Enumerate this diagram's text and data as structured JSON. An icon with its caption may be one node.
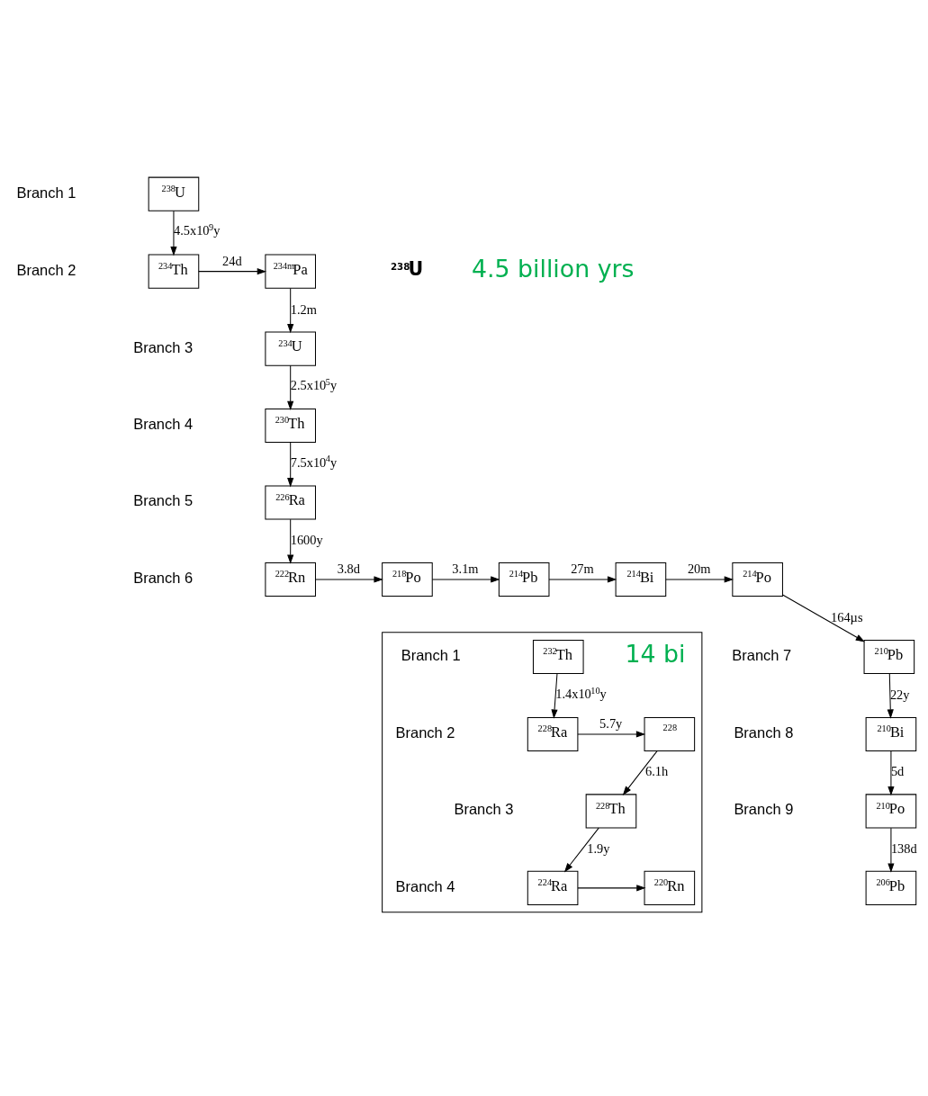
{
  "diagram": {
    "nodes": [
      {
        "text": [
          "$^{238}$U"
        ]
      },
      {
        "text": [
          "$^{234}$Th"
        ]
      },
      {
        "text": [
          "$^{234m}$Pa"
        ]
      },
      {
        "text": [
          "$^{234}$U"
        ]
      },
      {
        "text": [
          "$^{230}$Th"
        ]
      },
      {
        "text": [
          "$^{226}$Ra"
        ]
      },
      {
        "text": [
          "$^{222}$Rn"
        ]
      },
      {
        "text": [
          "$^{218}$Po"
        ]
      },
      {
        "text": [
          "$^{214}$Pb"
        ]
      },
      {
        "text": [
          "$^{214}$Bi"
        ]
      },
      {
        "text": [
          "$^{214}$Po"
        ]
      },
      {
        "text": [
          "$^{210}$Pb"
        ]
      },
      {
        "text": [
          "$^{210}$Bi"
        ]
      },
      {
        "text": [
          "$^{210}$Po"
        ]
      },
      {
        "text": [
          "$^{206}$Pb"
        ]
      },
      {
        "text": [],
        "shape": "box"
      },
      {
        "text": [
          "$^{232}$Th"
        ],
        "in": 15
      },
      {
        "text": [
          "$^{228}$Ra"
        ],
        "in": 15
      },
      {
        "text": [
          "$^{228}$"
        ],
        "in": 15
      },
      {
        "text": [
          "$^{228}$Th"
        ],
        "in": 15
      },
      {
        "text": [
          "$^{224}$Ra"
        ],
        "in": 15
      },
      {
        "text": [
          "$^{220}$Rn"
        ],
        "in": 15
      }
    ],
    "edges": [
      {
        "from": 0,
        "to": 1,
        "arrow": "to",
        "label": "4.5x10$^{9}$y"
      },
      {
        "from": 1,
        "to": 2,
        "arrow": "to",
        "label": "24d"
      },
      {
        "from": 2,
        "to": 3,
        "arrow": "to",
        "label": "1.2m"
      },
      {
        "from": 3,
        "to": 4,
        "arrow": "to",
        "label": "2.5x10$^{5}$y"
      },
      {
        "from": 4,
        "to": 5,
        "arrow": "to",
        "label": "7.5x10$^{4}$y"
      },
      {
        "from": 5,
        "to": 6,
        "arrow": "to",
        "label": "1600y"
      },
      {
        "from": 6,
        "to": 7,
        "arrow": "to",
        "label": "3.8d"
      },
      {
        "from": 7,
        "to": 8,
        "arrow": "to",
        "label": "3.1m"
      },
      {
        "from": 8,
        "to": 9,
        "arrow": "to",
        "label": "27m"
      },
      {
        "from": 9,
        "to": 10,
        "arrow": "to",
        "label": "20m"
      },
      {
        "from": 10,
        "to": 11,
        "arrow": "to",
        "label": "164µs"
      },
      {
        "from": 11,
        "to": 12,
        "arrow": "to",
        "label": "22y"
      },
      {
        "from": 12,
        "to": 13,
        "arrow": "to",
        "label": "5d"
      },
      {
        "from": 13,
        "to": 14,
        "arrow": "to",
        "label": "138d"
      },
      {
        "from": 16,
        "to": 17,
        "arrow": "to",
        "label": "1.4x10$^{10}$y"
      },
      {
        "from": 17,
        "to": 18,
        "arrow": "to",
        "label": "5.7y"
      },
      {
        "from": 18,
        "to": 19,
        "arrow": "to",
        "label": "6.1h"
      },
      {
        "from": 19,
        "to": 20,
        "arrow": "to",
        "label": "1.9y"
      },
      {
        "from": 20,
        "to": 21,
        "arrow": "to"
      }
    ],
    "labels": [
      "4.5 billion yrs",
      "**$^{238}$U**",
      "Branch 1",
      "Branch 2",
      "Branch 3",
      "Branch 4",
      "Branch 5",
      "Branch 6",
      "Branch 7",
      "Branch 8",
      "Branch 9",
      "14 bi",
      "Branch 1",
      "Branch 2",
      "Branch 3",
      "Branch 4"
    ]
  }
}
